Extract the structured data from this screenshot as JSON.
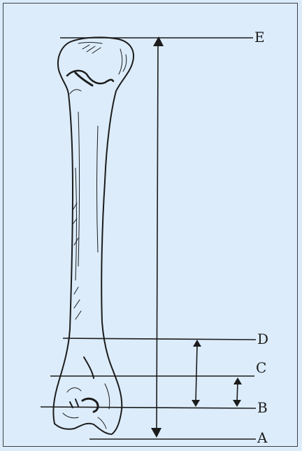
{
  "figure": {
    "labels": {
      "e": "E",
      "d": "D",
      "c": "C",
      "b": "B",
      "a": "A"
    },
    "colors": {
      "background": "#dcecfb",
      "ink": "#1c1c1c",
      "frame": "#3c4048"
    },
    "subject": "bone-icon"
  }
}
